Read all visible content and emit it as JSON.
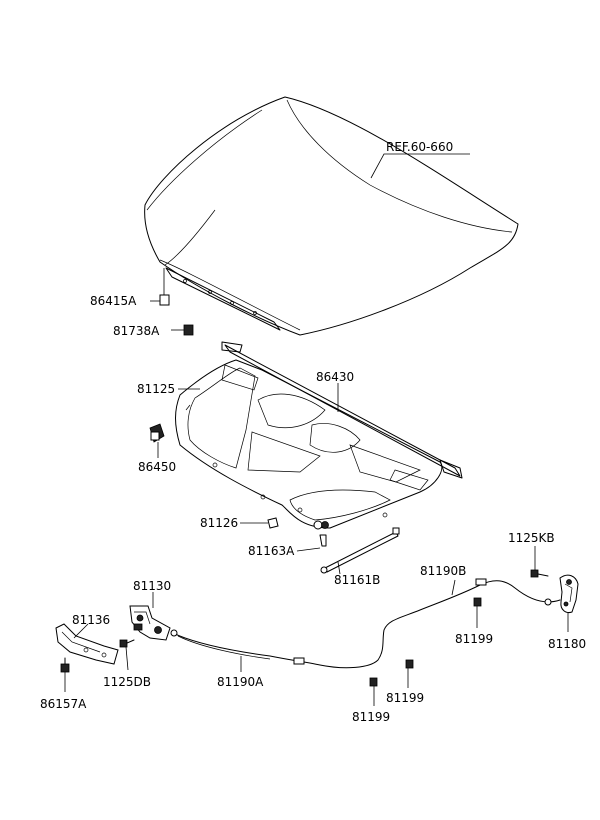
{
  "labels": {
    "ref": "REF.60-660",
    "p86415A": "86415A",
    "p81738A": "81738A",
    "p81125": "81125",
    "p86430": "86430",
    "p86450": "86450",
    "p81126": "81126",
    "p81163A": "81163A",
    "p81161B": "81161B",
    "p81190B": "81190B",
    "p1125KB": "1125KB",
    "p81130": "81130",
    "p81136": "81136",
    "p1125DB": "1125DB",
    "p81190A": "81190A",
    "p81199a": "81199",
    "p81199b": "81199",
    "p81199c": "81199",
    "p81180": "81180",
    "p86157A": "86157A"
  }
}
